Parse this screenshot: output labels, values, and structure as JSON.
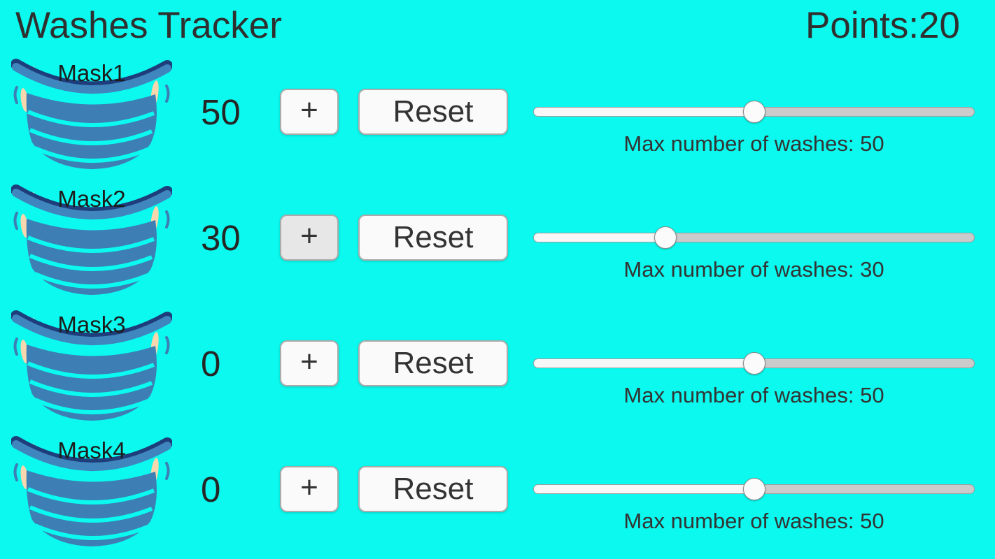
{
  "app": {
    "title": "Washes Tracker",
    "points_label": "Points:",
    "points_value": "20"
  },
  "colors": {
    "background": "#0BF9EE",
    "mask_body_blue": "#3D7EB5",
    "mask_band_blue": "#3F85BE",
    "mask_band_navy": "#1E3D7B",
    "mask_ear_peach": "#F7D7AE",
    "button_bg": "#FAFAFA",
    "button_bg_active": "#E7E7E7",
    "button_border": "#ABABAB",
    "slider_track": "#CBCBCB",
    "slider_fill": "#F7F7F7",
    "text_dark": "#2F2F2F"
  },
  "rows": [
    {
      "mask_label": "Mask1",
      "count": "50",
      "plus_label": "+",
      "reset_label": "Reset",
      "slider_percent": 50,
      "plus_active": false,
      "max_washes_label": "Max number of washes: 50"
    },
    {
      "mask_label": "Mask2",
      "count": "30",
      "plus_label": "+",
      "reset_label": "Reset",
      "slider_percent": 30,
      "plus_active": true,
      "max_washes_label": "Max number of washes: 30"
    },
    {
      "mask_label": "Mask3",
      "count": "0",
      "plus_label": "+",
      "reset_label": "Reset",
      "slider_percent": 50,
      "plus_active": false,
      "max_washes_label": "Max number of washes: 50"
    },
    {
      "mask_label": "Mask4",
      "count": "0",
      "plus_label": "+",
      "reset_label": "Reset",
      "slider_percent": 50,
      "plus_active": false,
      "max_washes_label": "Max number of washes: 50"
    }
  ]
}
